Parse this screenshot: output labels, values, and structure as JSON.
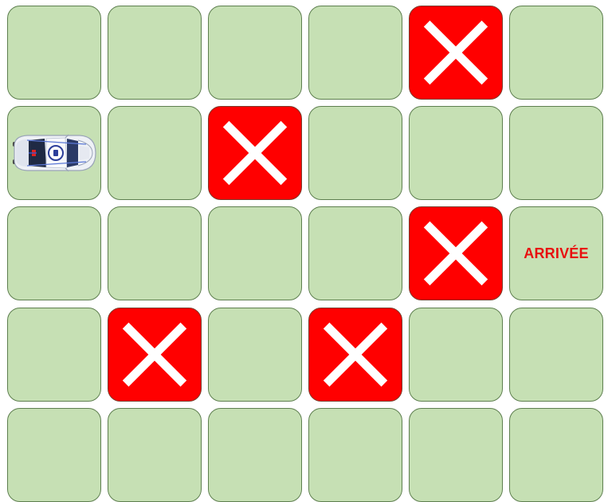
{
  "board": {
    "rows": 5,
    "cols": 6,
    "colors": {
      "free_cell": "#c6e0b4",
      "blocked_cell": "#ff0000",
      "cross": "#ffffff",
      "goal_text": "#e81010"
    },
    "grid": [
      [
        "free",
        "free",
        "free",
        "free",
        "blocked",
        "free"
      ],
      [
        "car",
        "free",
        "blocked",
        "free",
        "free",
        "free"
      ],
      [
        "free",
        "free",
        "free",
        "free",
        "blocked",
        "goal"
      ],
      [
        "free",
        "blocked",
        "free",
        "blocked",
        "free",
        "free"
      ],
      [
        "free",
        "free",
        "free",
        "free",
        "free",
        "free"
      ]
    ],
    "goal_label": "ARRIVÉE",
    "car": {
      "row": 1,
      "col": 0,
      "facing": "left",
      "icon": "police-car-icon"
    }
  }
}
